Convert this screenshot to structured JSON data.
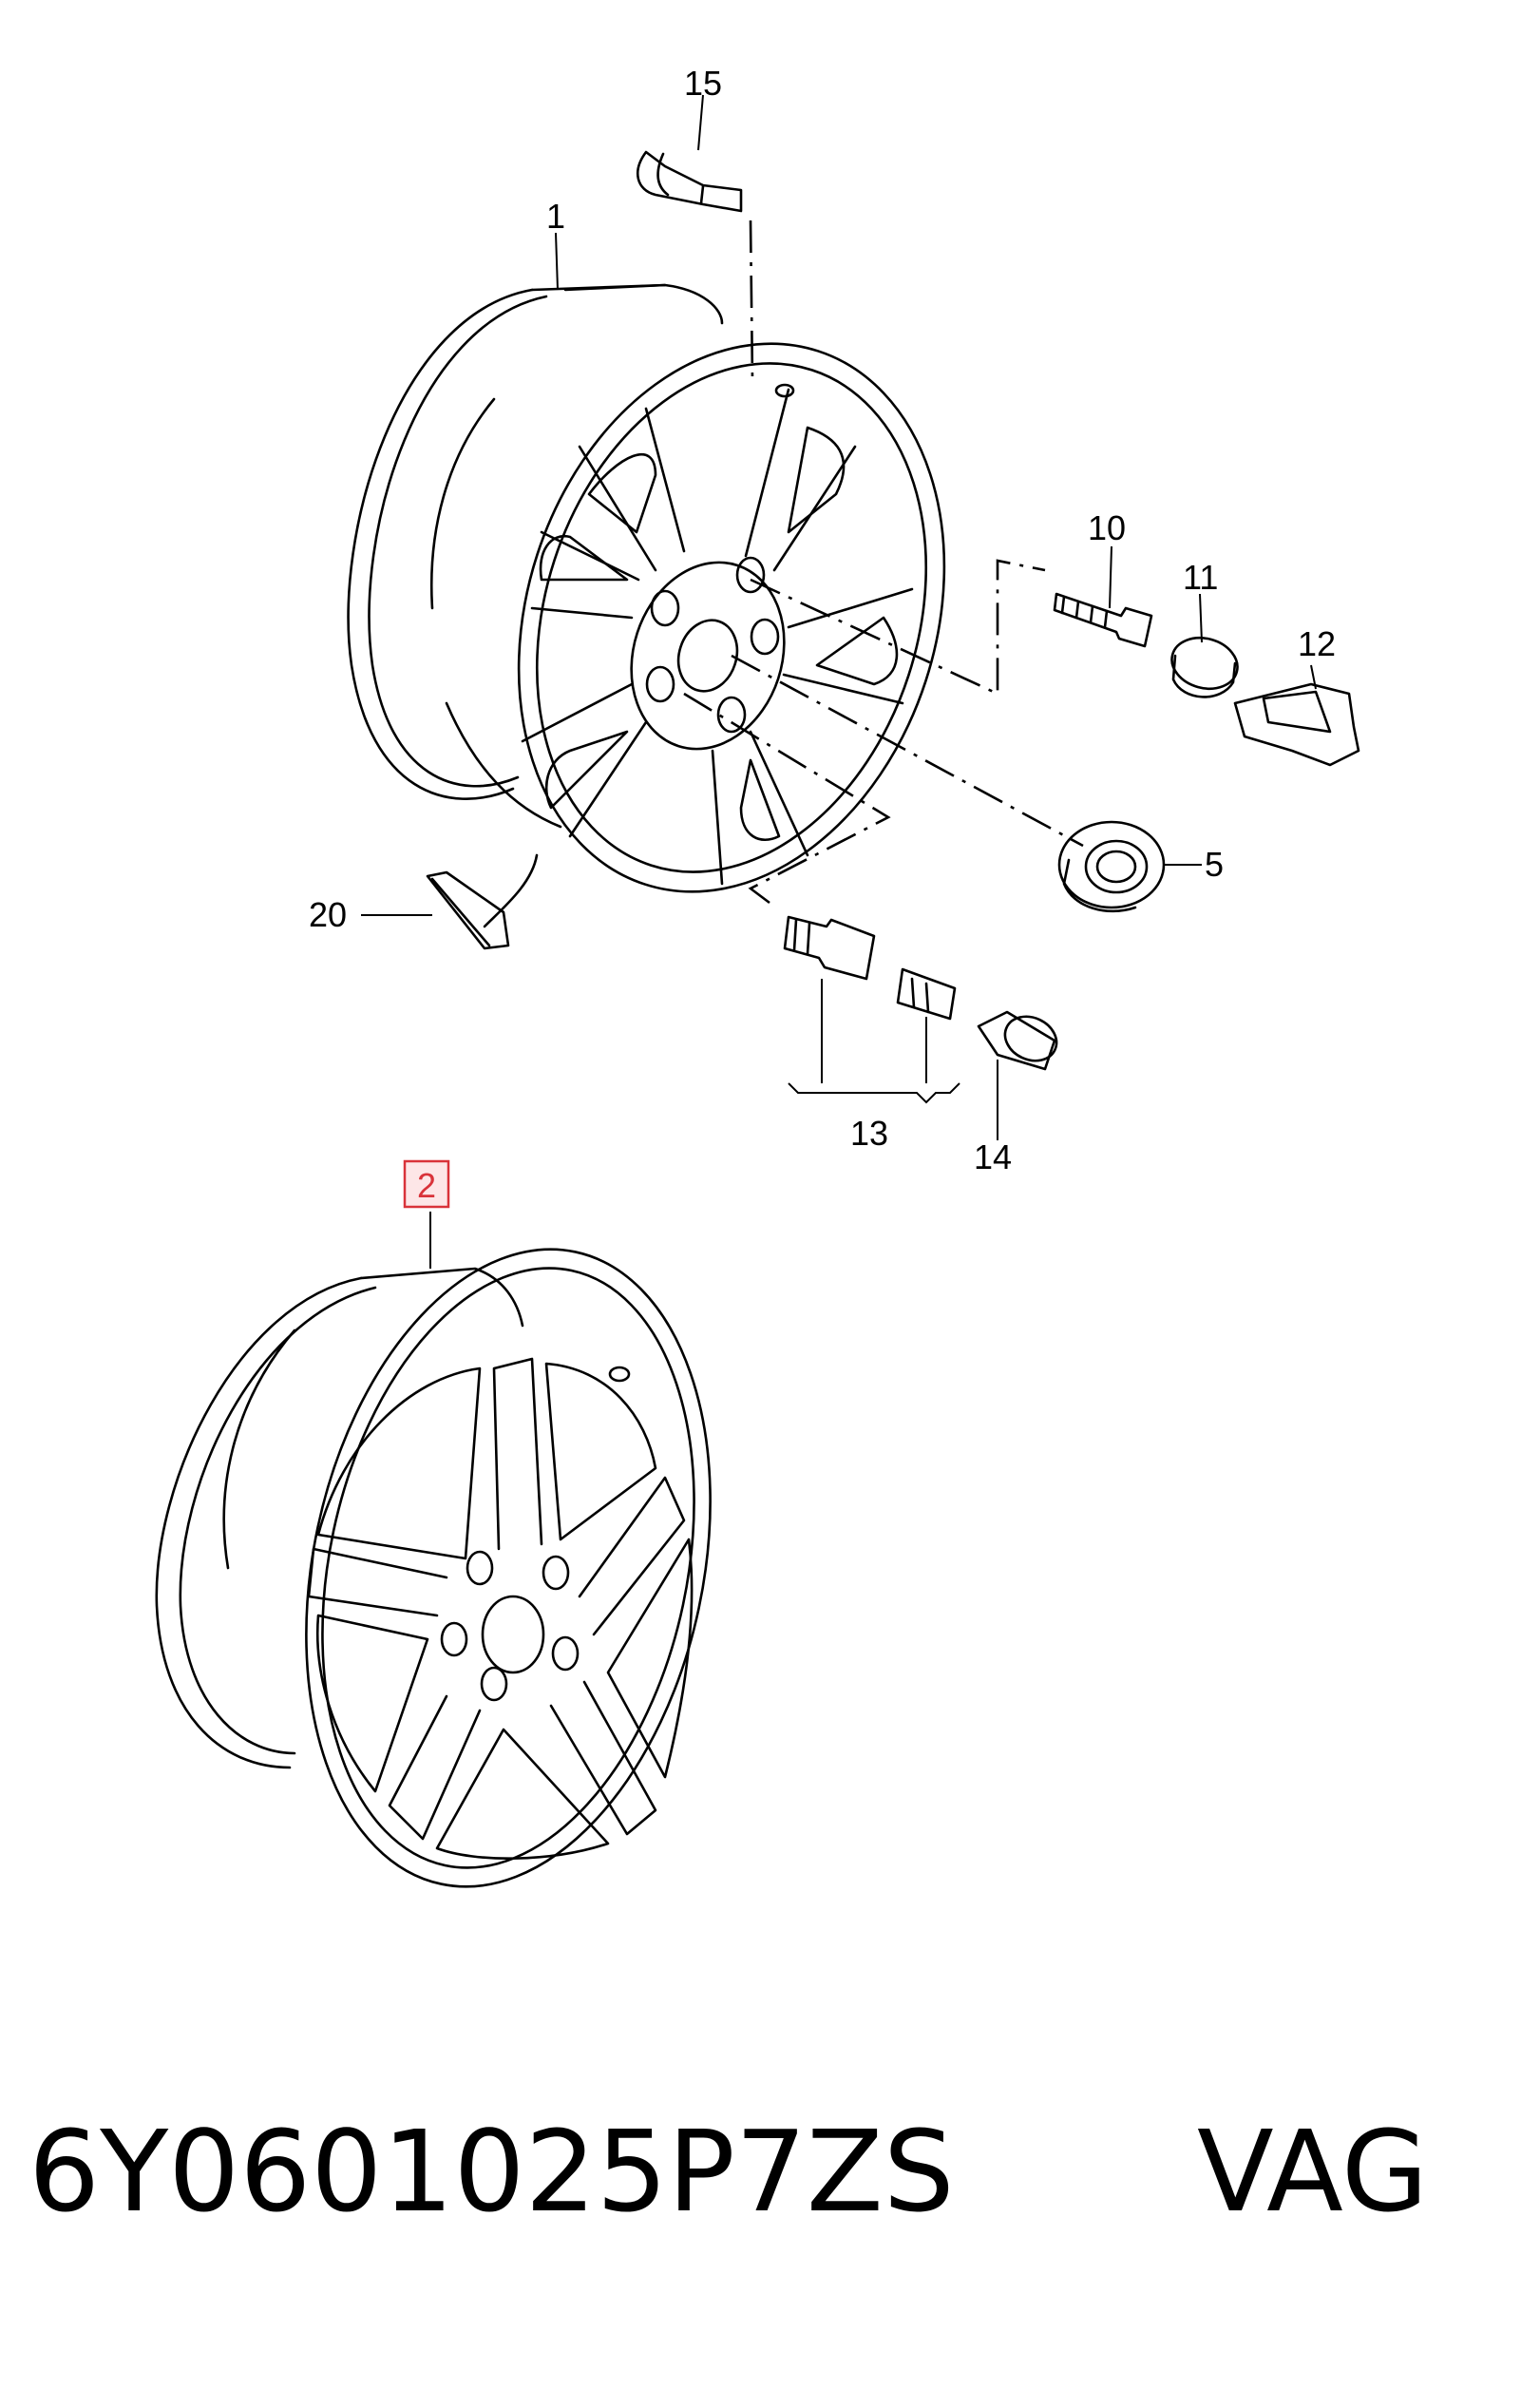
{
  "labels": {
    "p1": "1",
    "p2": "2",
    "p5": "5",
    "p10": "10",
    "p11": "11",
    "p12": "12",
    "p13": "13",
    "p14": "14",
    "p15": "15",
    "p20": "20"
  },
  "highlight_color": "#d9333a",
  "footer": {
    "part_number": "6Y0601025P7ZS",
    "brand": "VAG"
  }
}
